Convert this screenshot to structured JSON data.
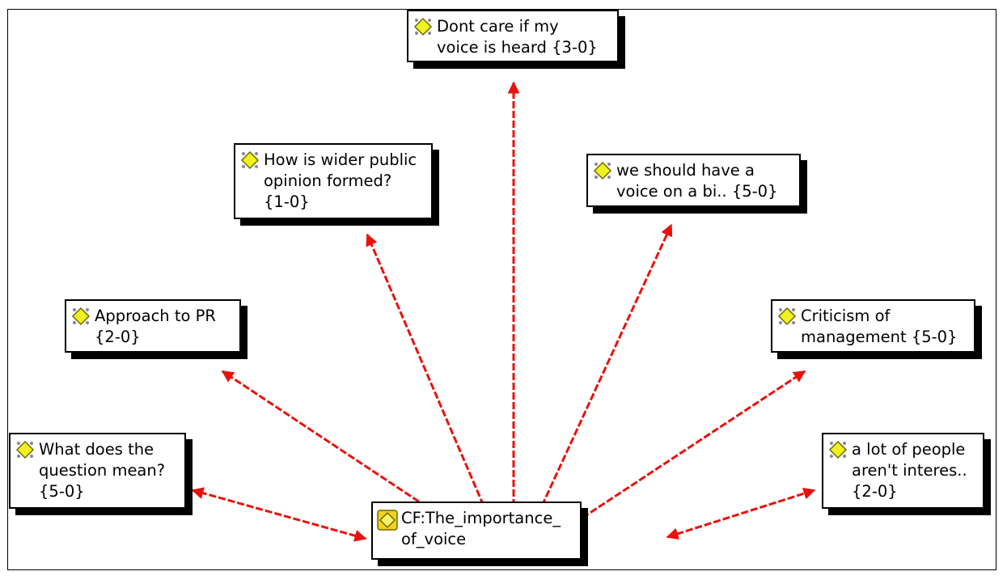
{
  "diagram": {
    "hub": {
      "label": "CF:The_importance_\nof_voice",
      "icon": "code-family-icon"
    },
    "nodes": [
      {
        "id": "dont-care",
        "label": "Dont care if my\nvoice is heard {3-0}",
        "icon": "code-icon"
      },
      {
        "id": "wider-public",
        "label": "How is wider public\nopinion formed?\n{1-0}",
        "icon": "code-icon"
      },
      {
        "id": "voice-on-bi",
        "label": "we should have a\nvoice on a bi.. {5-0}",
        "icon": "code-icon"
      },
      {
        "id": "approach-pr",
        "label": "Approach to PR\n{2-0}",
        "icon": "code-icon"
      },
      {
        "id": "criticism",
        "label": "Criticism of\nmanagement {5-0}",
        "icon": "code-icon"
      },
      {
        "id": "question-mean",
        "label": "What does the\nquestion mean?\n{5-0}",
        "icon": "code-icon"
      },
      {
        "id": "not-interested",
        "label": "a lot of people\naren't interes..\n{2-0}",
        "icon": "code-icon"
      }
    ],
    "link_color": "#e8120c",
    "icon_fill": "#f3f021",
    "icon_stroke": "#6b6b00"
  }
}
